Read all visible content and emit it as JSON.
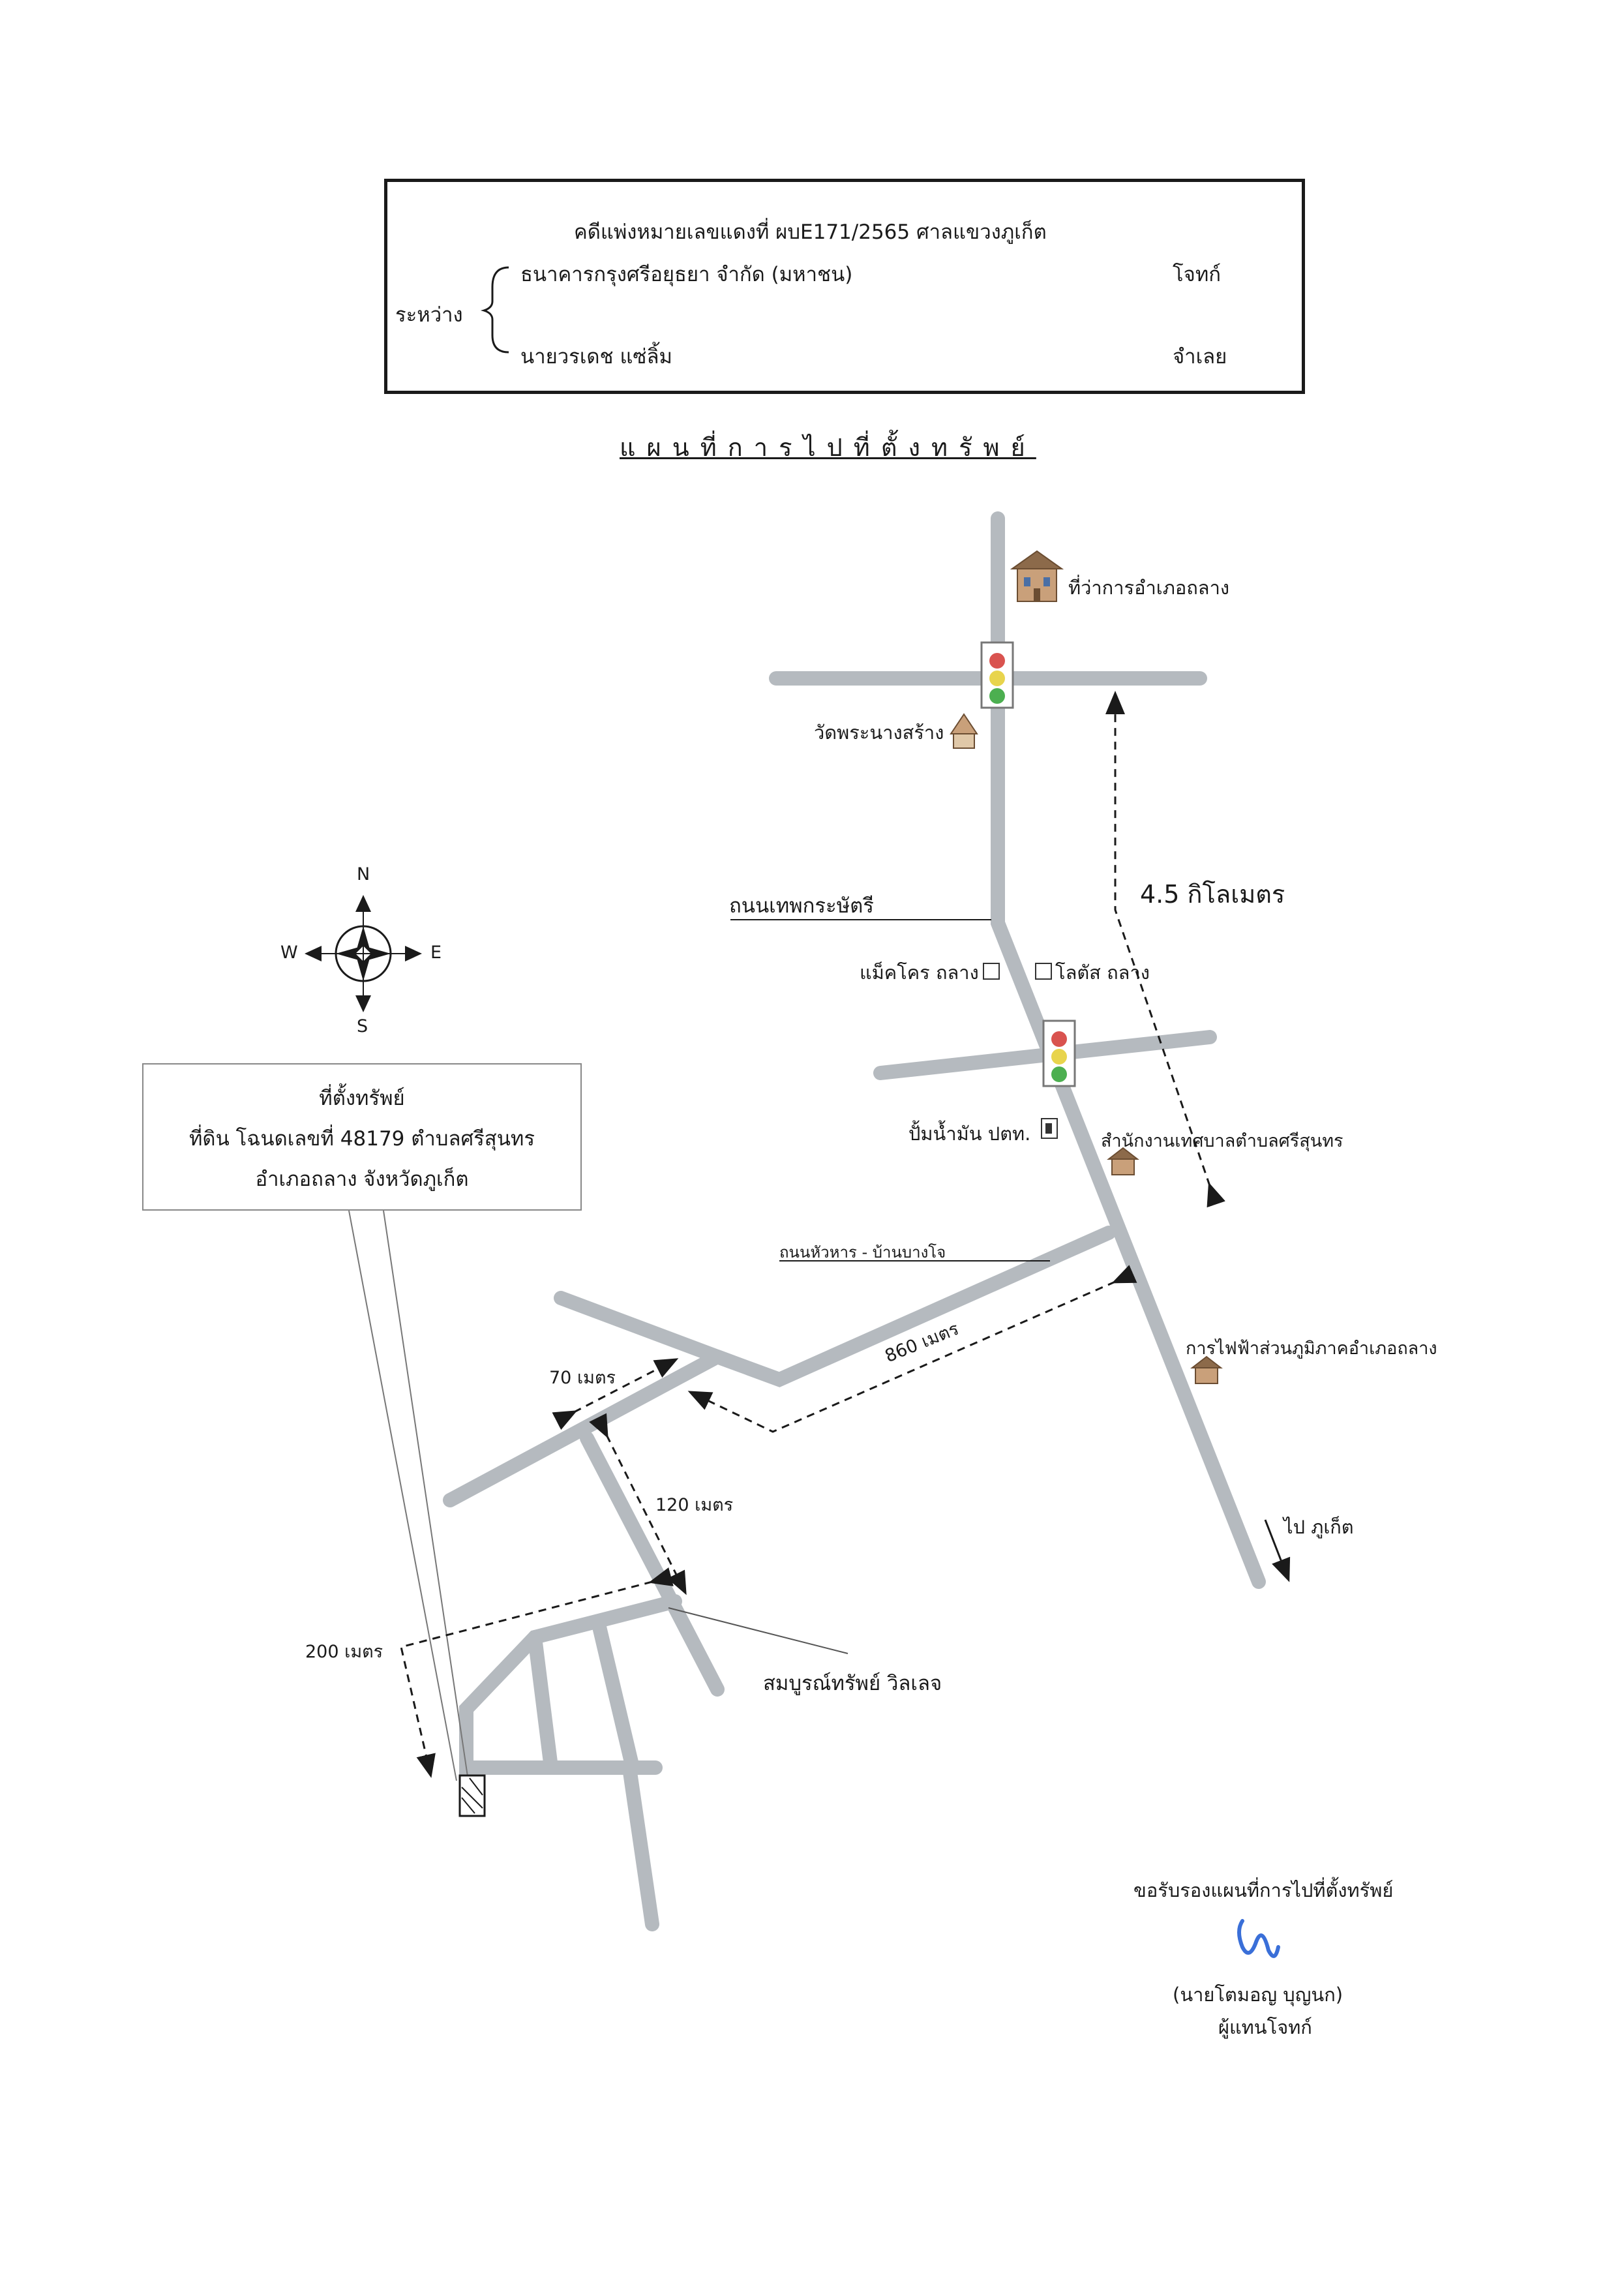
{
  "header": {
    "case_line": "คดีแพ่งหมายเลขแดงที่  ผบE171/2565   ศาลแขวงภูเก็ต",
    "between_label": "ระหว่าง",
    "plaintiff_name": "ธนาคารกรุงศรีอยุธยา จำกัด (มหาชน)",
    "plaintiff_role": "โจทก์",
    "defendant_name": "นายวรเดช  แซ่ลิ้ม",
    "defendant_role": "จำเลย"
  },
  "map_title": "แผนที่การไปที่ตั้งทรัพย์",
  "compass": {
    "n": "N",
    "s": "S",
    "e": "E",
    "w": "W"
  },
  "property_box": {
    "title": "ที่ตั้งทรัพย์",
    "line1": "ที่ดิน โฉนดเลขที่  48179  ตำบลศรีสุนทร",
    "line2": "อำเภอถลาง  จังหวัดภูเก็ต"
  },
  "places": {
    "district_office": "ที่ว่าการอำเภอถลาง",
    "temple": "วัดพระนางสร้าง",
    "road_thep": "ถนนเทพกระษัตรี",
    "makro": "แม็คโคร ถลาง",
    "lotus": "โลตัส ถลาง",
    "ptt": "ปั้มน้ำมัน ปตท.",
    "municipality": "สำนักงานเทศบาลตำบลศรีสุนทร",
    "road_hua_han": "ถนนหัวหาร - บ้านบางโจ",
    "pea": "การไฟฟ้าส่วนภูมิภาคอำเภอถลาง",
    "to_phuket": "ไป ภูเก็ต",
    "village": "สมบูรณ์ทรัพย์ วิลเลจ"
  },
  "distances": {
    "d45": "4.5 กิโลเมตร",
    "d860": "860 เมตร",
    "d70": "70 เมตร",
    "d120": "120 เมตร",
    "d200": "200 เมตร"
  },
  "signature": {
    "certify": "ขอรับรองแผนที่การไปที่ตั้งทรัพย์",
    "name": "(นายโตมอญ    บุญนก)",
    "role": "ผู้แทนโจทก์"
  },
  "colors": {
    "road": "#b5babf",
    "signal_red": "#d9534f",
    "signal_yellow": "#e8d44d",
    "signal_green": "#4caf50",
    "signature_ink": "#3a6fd8"
  }
}
